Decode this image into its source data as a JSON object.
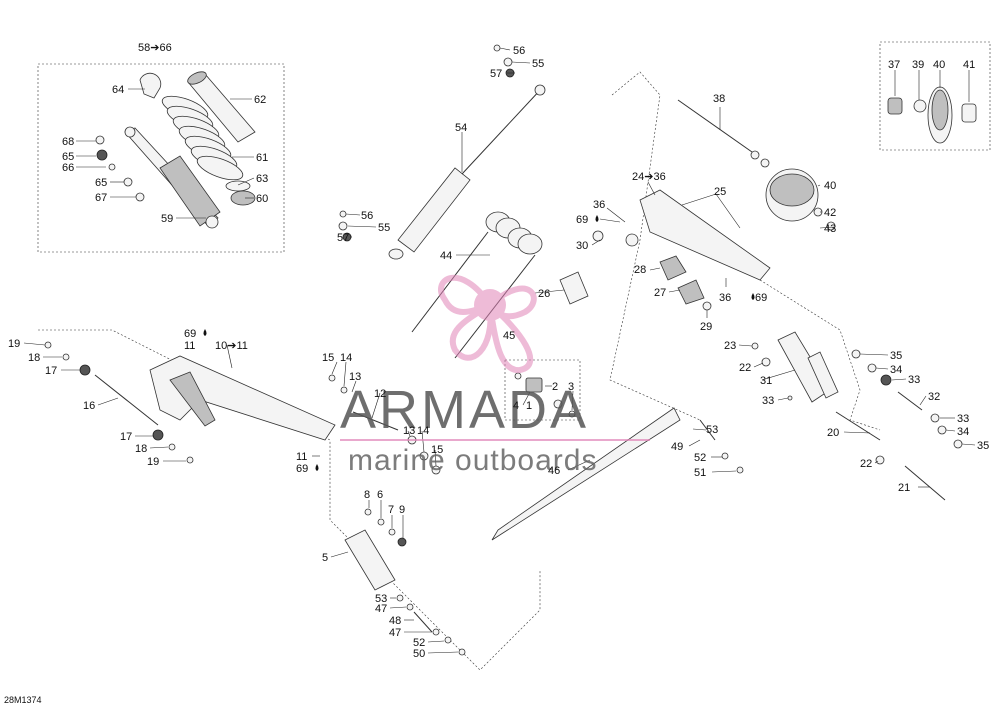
{
  "watermark": {
    "brand": "ARMADA",
    "tagline": "marine outboards",
    "accent": "#e184b8",
    "text_color": "#555555"
  },
  "reference_code": "28M1374",
  "labels": [
    {
      "id": "g1-range",
      "text": "58➔66"
    },
    {
      "id": "l64",
      "text": "64"
    },
    {
      "id": "l62",
      "text": "62"
    },
    {
      "id": "l68",
      "text": "68"
    },
    {
      "id": "l65a",
      "text": "65"
    },
    {
      "id": "l66",
      "text": "66"
    },
    {
      "id": "l61",
      "text": "61"
    },
    {
      "id": "l63",
      "text": "63"
    },
    {
      "id": "l65b",
      "text": "65"
    },
    {
      "id": "l67",
      "text": "67"
    },
    {
      "id": "l60",
      "text": "60"
    },
    {
      "id": "l59",
      "text": "59"
    },
    {
      "id": "l56a",
      "text": "56"
    },
    {
      "id": "l55a",
      "text": "55"
    },
    {
      "id": "l57a",
      "text": "57"
    },
    {
      "id": "l54",
      "text": "54"
    },
    {
      "id": "l56b",
      "text": "56"
    },
    {
      "id": "l55b",
      "text": "55"
    },
    {
      "id": "l57b",
      "text": "57"
    },
    {
      "id": "l44",
      "text": "44"
    },
    {
      "id": "l26",
      "text": "26"
    },
    {
      "id": "l45",
      "text": "45"
    },
    {
      "id": "l37",
      "text": "37"
    },
    {
      "id": "l39",
      "text": "39"
    },
    {
      "id": "l40a",
      "text": "40"
    },
    {
      "id": "l41",
      "text": "41"
    },
    {
      "id": "l38",
      "text": "38"
    },
    {
      "id": "l40b",
      "text": "40"
    },
    {
      "id": "l42",
      "text": "42"
    },
    {
      "id": "l43",
      "text": "43"
    },
    {
      "id": "l24",
      "text": "24➔36"
    },
    {
      "id": "l25",
      "text": "25"
    },
    {
      "id": "l36a",
      "text": "36"
    },
    {
      "id": "l69a",
      "text": "69"
    },
    {
      "id": "l30",
      "text": "30"
    },
    {
      "id": "l28",
      "text": "28"
    },
    {
      "id": "l27",
      "text": "27"
    },
    {
      "id": "l36b",
      "text": "36"
    },
    {
      "id": "l69b",
      "text": "69"
    },
    {
      "id": "l29",
      "text": "29"
    },
    {
      "id": "l23",
      "text": "23"
    },
    {
      "id": "l22a",
      "text": "22"
    },
    {
      "id": "l31",
      "text": "31"
    },
    {
      "id": "l33a",
      "text": "33"
    },
    {
      "id": "l35a",
      "text": "35"
    },
    {
      "id": "l34a",
      "text": "34"
    },
    {
      "id": "l33b",
      "text": "33"
    },
    {
      "id": "l32",
      "text": "32"
    },
    {
      "id": "l33c",
      "text": "33"
    },
    {
      "id": "l34b",
      "text": "34"
    },
    {
      "id": "l35b",
      "text": "35"
    },
    {
      "id": "l20",
      "text": "20"
    },
    {
      "id": "l22b",
      "text": "22"
    },
    {
      "id": "l21",
      "text": "21"
    },
    {
      "id": "l19a",
      "text": "19"
    },
    {
      "id": "l18a",
      "text": "18"
    },
    {
      "id": "l17a",
      "text": "17"
    },
    {
      "id": "l16",
      "text": "16"
    },
    {
      "id": "l17b",
      "text": "17"
    },
    {
      "id": "l18b",
      "text": "18"
    },
    {
      "id": "l19b",
      "text": "19"
    },
    {
      "id": "l69c",
      "text": "69"
    },
    {
      "id": "l11a",
      "text": "11"
    },
    {
      "id": "l10",
      "text": "10➔11"
    },
    {
      "id": "l15a",
      "text": "15"
    },
    {
      "id": "l14a",
      "text": "14"
    },
    {
      "id": "l13a",
      "text": "13"
    },
    {
      "id": "l12",
      "text": "12"
    },
    {
      "id": "l13b",
      "text": "13"
    },
    {
      "id": "l14b",
      "text": "14"
    },
    {
      "id": "l15b",
      "text": "15"
    },
    {
      "id": "l11b",
      "text": "11"
    },
    {
      "id": "l69d",
      "text": "69"
    },
    {
      "id": "l2",
      "text": "2"
    },
    {
      "id": "l3",
      "text": "3"
    },
    {
      "id": "l4",
      "text": "4"
    },
    {
      "id": "l1",
      "text": "1"
    },
    {
      "id": "l53a",
      "text": "53"
    },
    {
      "id": "l49",
      "text": "49"
    },
    {
      "id": "l52a",
      "text": "52"
    },
    {
      "id": "l51",
      "text": "51"
    },
    {
      "id": "l46",
      "text": "46"
    },
    {
      "id": "l8",
      "text": "8"
    },
    {
      "id": "l6",
      "text": "6"
    },
    {
      "id": "l7",
      "text": "7"
    },
    {
      "id": "l9",
      "text": "9"
    },
    {
      "id": "l5",
      "text": "5"
    },
    {
      "id": "l53b",
      "text": "53"
    },
    {
      "id": "l47a",
      "text": "47"
    },
    {
      "id": "l48",
      "text": "48"
    },
    {
      "id": "l47b",
      "text": "47"
    },
    {
      "id": "l52b",
      "text": "52"
    },
    {
      "id": "l50",
      "text": "50"
    }
  ]
}
